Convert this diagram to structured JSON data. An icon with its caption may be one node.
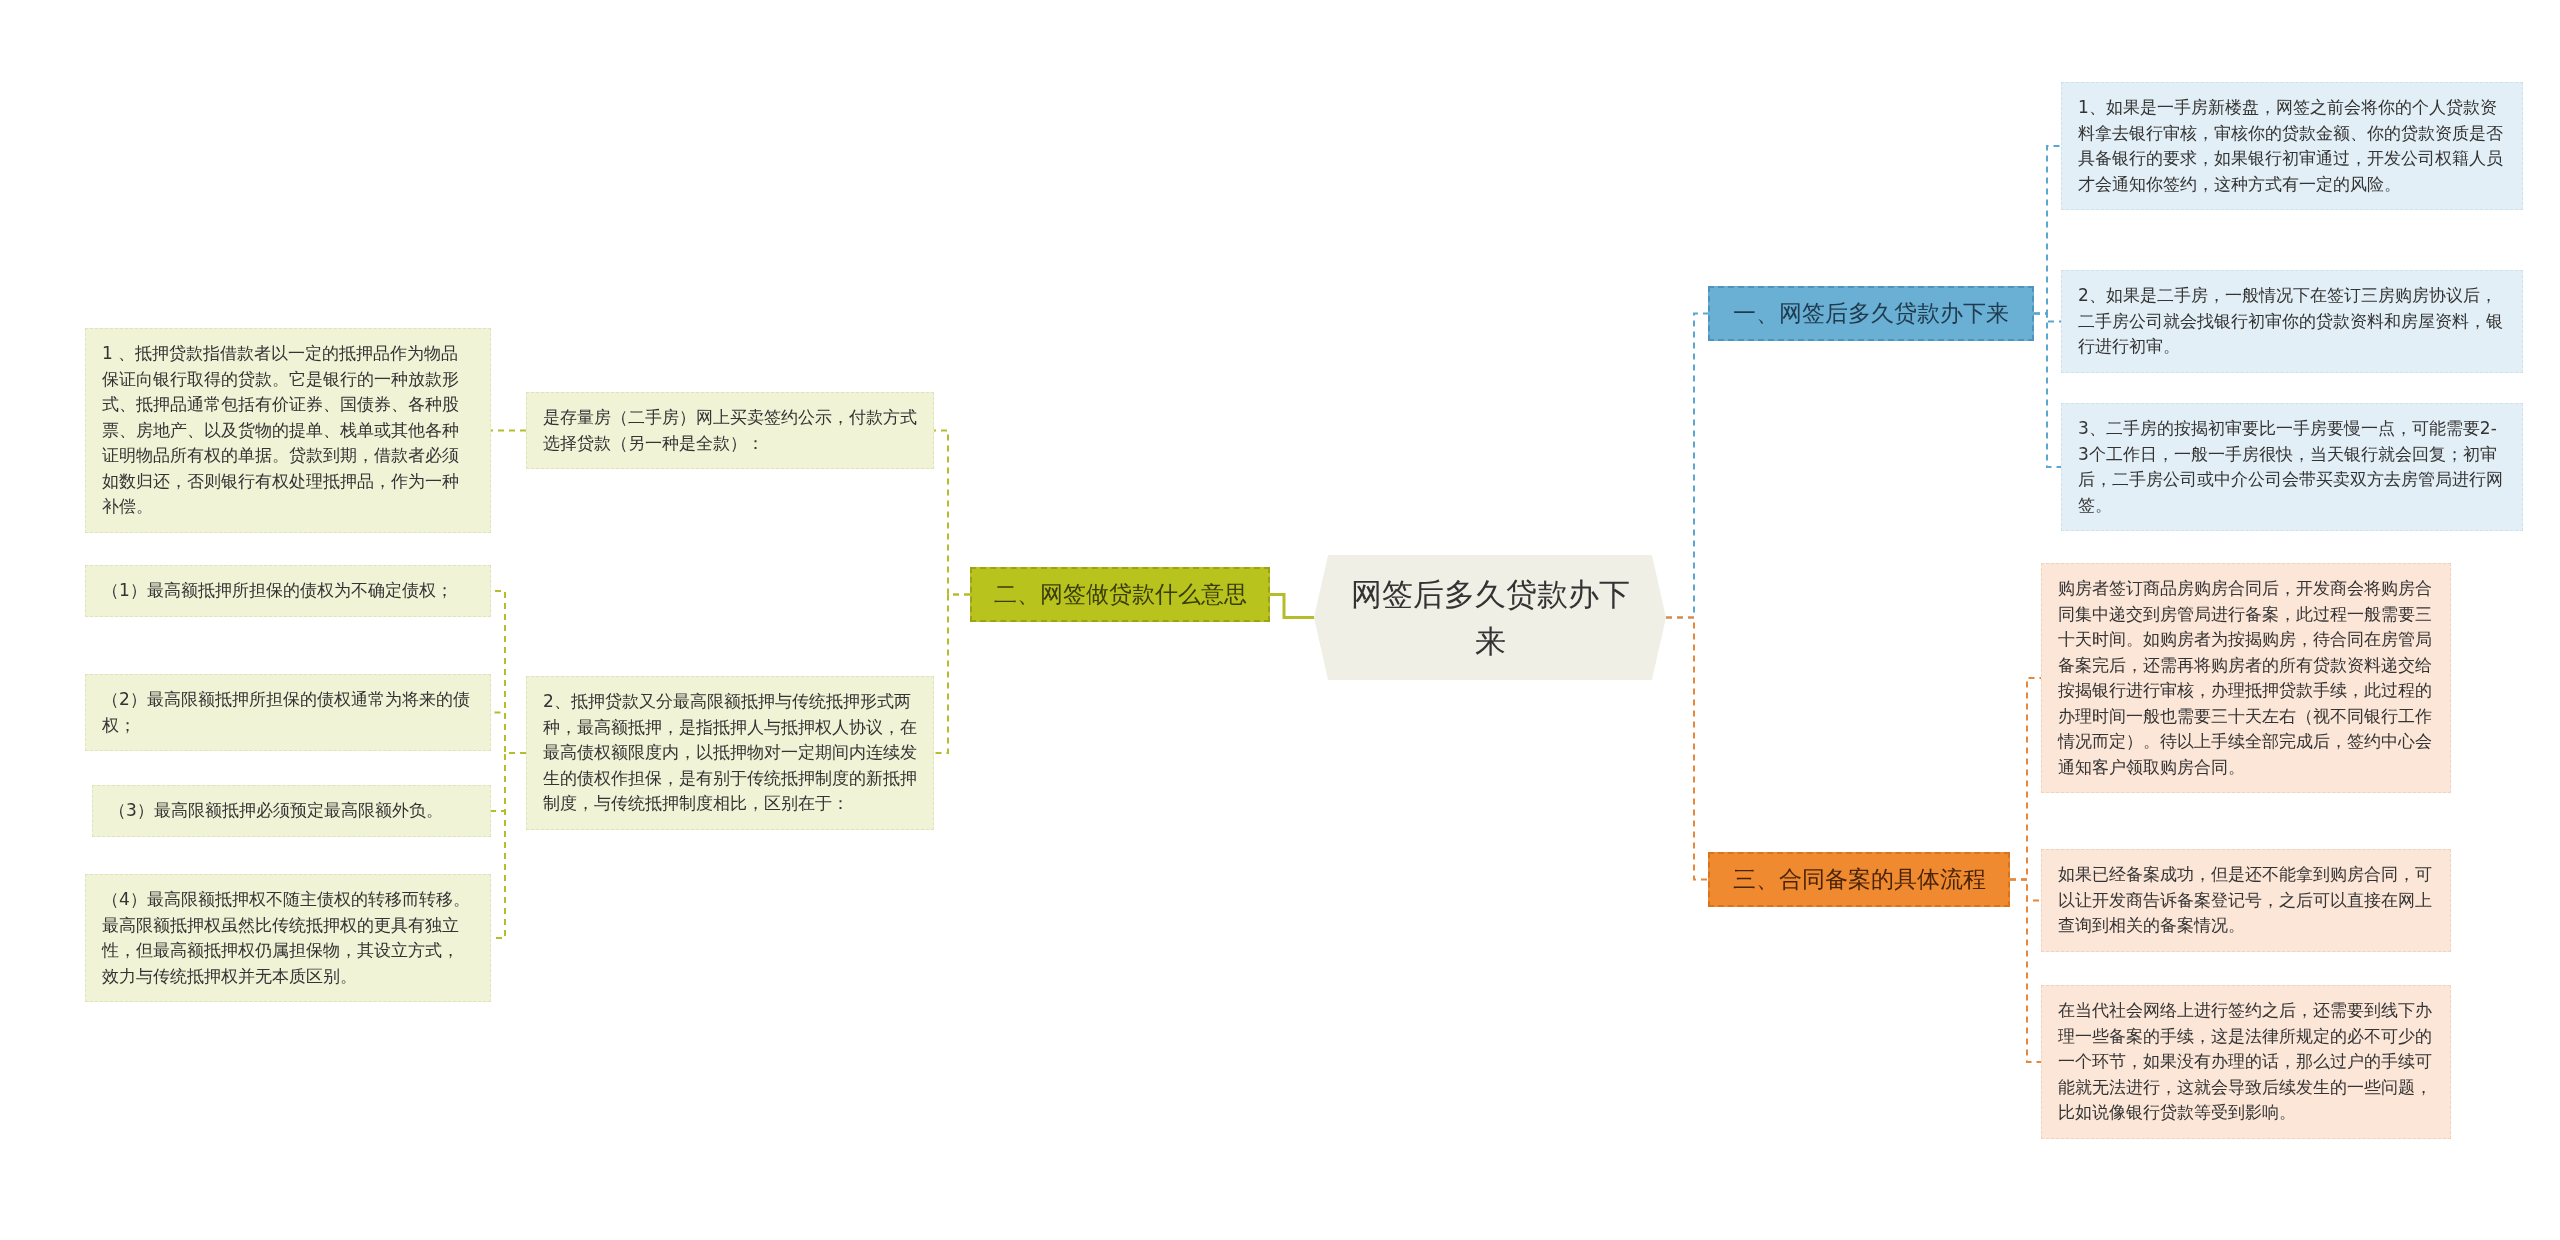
{
  "diagram": {
    "nodes": [
      {
        "text": [
          "网签后多久贷款办下来"
        ]
      },
      {
        "text": [
          "一、网签后多久贷款办下来"
        ]
      },
      {
        "text": [
          "1、如果是一手房新楼盘，网签之前会将你的个人贷款资料拿去银行审核，审核你的贷款金额、你的贷款资质是否具备银行的要求，如果银行初审通过，开发公司权籍人员才会通知你签约，这种方式有一定的风险。"
        ]
      },
      {
        "text": [
          "2、如果是二手房，一般情况下在签订三房购房协议后，二手房公司就会找银行初审你的贷款资料和房屋资料，银行进行初审。"
        ]
      },
      {
        "text": [
          "3、二手房的按揭初审要比一手房要慢一点，可能需要2-3个工作日，一般一手房很快，当天银行就会回复；初审后，二手房公司或中介公司会带买卖双方去房管局进行网签。"
        ]
      },
      {
        "text": [
          "二、网签做贷款什么意思"
        ]
      },
      {
        "text": [
          "是存量房（二手房）网上买卖签约公示，付款方式选择贷款（另一种是全款）："
        ]
      },
      {
        "text": [
          "1 、抵押贷款指借款者以一定的抵押品作为物品保证向银行取得的贷款。它是银行的一种放款形式、抵押品通常包括有价证券、国债券、各种股票、房地产、以及货物的提单、栈单或其他各种证明物品所有权的单据。贷款到期，借款者必须如数归还，否则银行有权处理抵押品，作为一种补偿。"
        ]
      },
      {
        "text": [
          "2、抵押贷款又分最高限额抵押与传统抵押形式两种，最高额抵押，是指抵押人与抵押权人协议，在最高债权额限度内，以抵押物对一定期间内连续发生的债权作担保，是有别于传统抵押制度的新抵押制度，与传统抵押制度相比，区别在于："
        ]
      },
      {
        "text": [
          "（1）最高额抵押所担保的债权为不确定债权；"
        ]
      },
      {
        "text": [
          "（2）最高限额抵押所担保的债权通常为将来的债权；"
        ]
      },
      {
        "text": [
          "（3）最高限额抵押必须预定最高限额外负。"
        ]
      },
      {
        "text": [
          "（4）最高限额抵押权不随主债权的转移而转移。最高限额抵押权虽然比传统抵押权的更具有独立性，但最高额抵押权仍属担保物，其设立方式，效力与传统抵押权并无本质区别。"
        ]
      },
      {
        "text": [
          "三、合同备案的具体流程"
        ]
      },
      {
        "text": [
          "购房者签订商品房购房合同后，开发商会将购房合同集中递交到房管局进行备案，此过程一般需要三十天时间。如购房者为按揭购房，待合同在房管局备案完后，还需再将购房者的所有贷款资料递交给按揭银行进行审核，办理抵押贷款手续，此过程的办理时间一般也需要三十天左右（视不同银行工作情况而定）。待以上手续全部完成后，签约中心会通知客户领取购房合同。"
        ]
      },
      {
        "text": [
          "如果已经备案成功，但是还不能拿到购房合同，可以让开发商告诉备案登记号，之后可以直接在网上查询到相关的备案情况。"
        ]
      },
      {
        "text": [
          "在当代社会网络上进行签约之后，还需要到线下办理一些备案的手续，这是法律所规定的必不可少的一个环节，如果没有办理的话，那么过户的手续可能就无法进行，这就会导致后续发生的一些问题，比如说像银行贷款等受到影响。"
        ]
      }
    ],
    "edges": [
      {
        "from": 0,
        "to": 1,
        "arrow": "none",
        "style": "dashed",
        "color": "#5ba7cf"
      },
      {
        "from": 1,
        "to": 2,
        "arrow": "none",
        "style": "dashed",
        "color": "#5ba7cf"
      },
      {
        "from": 1,
        "to": 3,
        "arrow": "none",
        "style": "dashed",
        "color": "#5ba7cf"
      },
      {
        "from": 1,
        "to": 4,
        "arrow": "none",
        "style": "dashed",
        "color": "#5ba7cf"
      },
      {
        "from": 0,
        "to": 5,
        "arrow": "none"
      },
      {
        "from": 5,
        "to": 6,
        "arrow": "none",
        "style": "dashed"
      },
      {
        "from": 5,
        "to": 8,
        "arrow": "none",
        "style": "dashed"
      },
      {
        "from": 6,
        "to": 7,
        "arrow": "none",
        "style": "dashed"
      },
      {
        "from": 8,
        "to": 9,
        "arrow": "none",
        "style": "dashed"
      },
      {
        "from": 8,
        "to": 10,
        "arrow": "none",
        "style": "dashed"
      },
      {
        "from": 8,
        "to": 11,
        "arrow": "none",
        "style": "dashed"
      },
      {
        "from": 8,
        "to": 12,
        "arrow": "none",
        "style": "dashed"
      },
      {
        "from": 0,
        "to": 13,
        "arrow": "none",
        "style": "dashed",
        "color": "#e8873a"
      },
      {
        "from": 13,
        "to": 14,
        "arrow": "none",
        "style": "dashed",
        "color": "#e8873a"
      },
      {
        "from": 13,
        "to": 15,
        "arrow": "none",
        "style": "dashed",
        "color": "#e8873a"
      },
      {
        "from": 13,
        "to": 16,
        "arrow": "none",
        "style": "dashed",
        "color": "#e8873a"
      }
    ]
  }
}
